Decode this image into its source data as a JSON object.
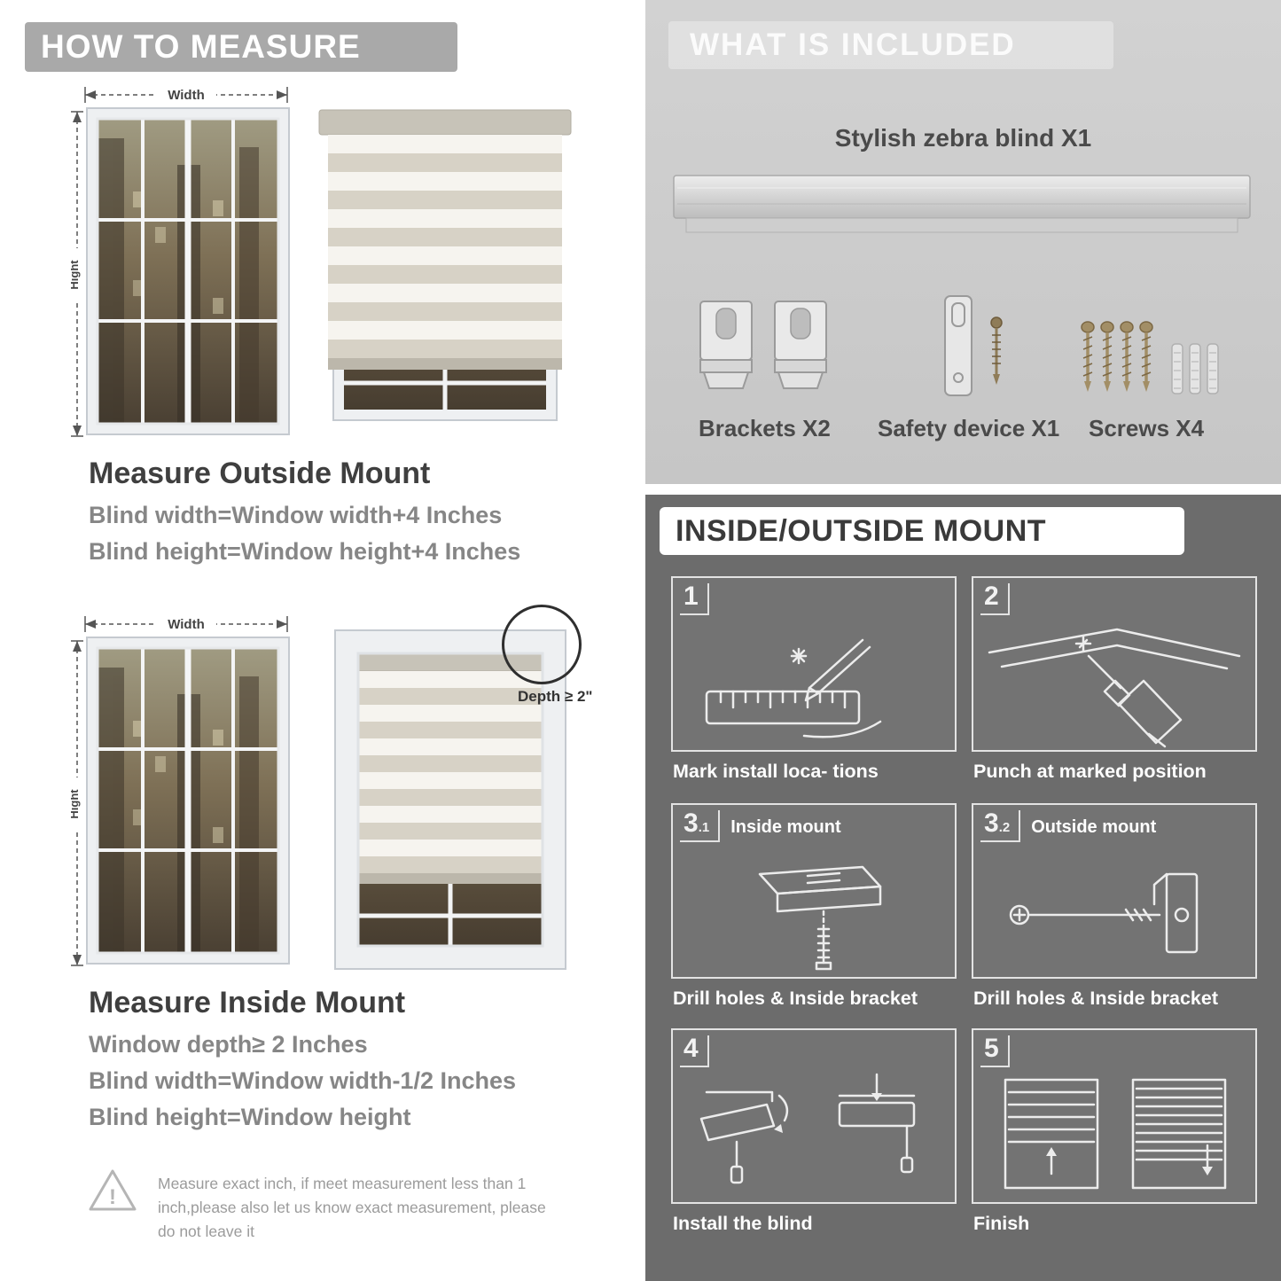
{
  "left": {
    "header": "HOW TO MEASURE",
    "outside": {
      "width_label": "Width",
      "height_label": "Hight",
      "title": "Measure Outside Mount",
      "line1": "Blind width=Window width+4 Inches",
      "line2": "Blind height=Window height+4 Inches"
    },
    "inside": {
      "width_label": "Width",
      "height_label": "Hight",
      "depth_label": "Depth ≥ 2\"",
      "title": "Measure Inside Mount",
      "line0": "Window depth≥ 2 Inches",
      "line1": "Blind width=Window width-1/2 Inches",
      "line2": "Blind height=Window height"
    },
    "note": {
      "icon": "!",
      "text": "Measure exact inch, if meet measurement less than 1 inch,please also let us know exact measurement, please do not leave it"
    }
  },
  "included": {
    "header": "WHAT IS INCLUDED",
    "blind_label": "Stylish zebra blind X1",
    "items": [
      {
        "label": "Brackets X2"
      },
      {
        "label": "Safety device X1"
      },
      {
        "label": "Screws X4"
      }
    ]
  },
  "mount": {
    "header": "INSIDE/OUTSIDE MOUNT",
    "steps": [
      {
        "num": "1",
        "caption": "Mark install loca- tions"
      },
      {
        "num": "2",
        "caption": "Punch at  marked position"
      },
      {
        "num": "3",
        "sub": ".1",
        "label": "Inside mount",
        "caption": "Drill holes &  Inside bracket"
      },
      {
        "num": "3",
        "sub": ".2",
        "label": "Outside mount",
        "caption": "Drill holes &  Inside bracket"
      },
      {
        "num": "4",
        "caption": "Install the blind"
      },
      {
        "num": "5",
        "caption": "Finish"
      }
    ]
  }
}
